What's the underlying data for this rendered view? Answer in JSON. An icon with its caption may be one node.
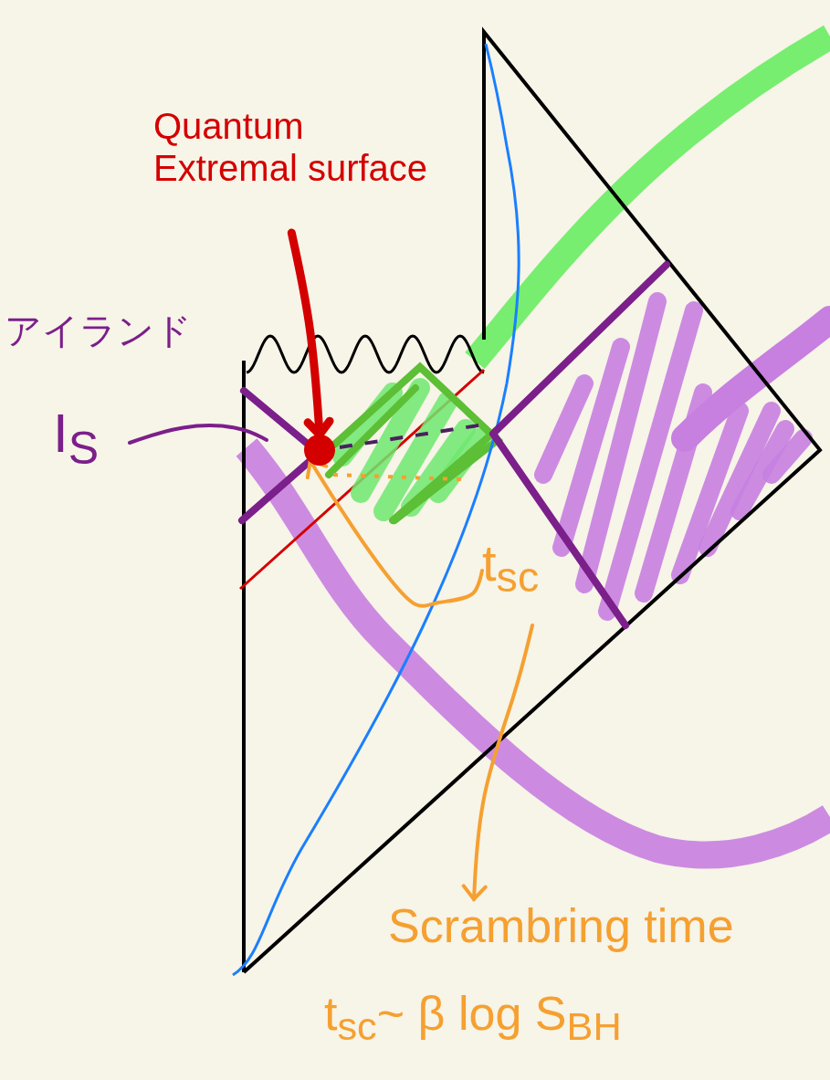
{
  "diagram": {
    "nodes": [
      {
        "text": [
          "Quantum Extremal surface"
        ]
      },
      {
        "text": [],
        "shape": "circle"
      },
      {
        "text": [
          "I$_{S}$"
        ]
      },
      {
        "text": [
          "t$_{sc}$"
        ]
      },
      {
        "text": [
          "Scrambring time"
        ]
      }
    ],
    "edges": [
      {
        "from": 0,
        "to": 1,
        "arrow": "to",
        "style": "thick",
        "color": "#d40000"
      },
      {
        "from": 2,
        "to": null,
        "arrow": "none",
        "color": "#7b1f8a"
      },
      {
        "from": 3,
        "to": 1,
        "arrow": "to"
      },
      {
        "from": 3,
        "to": 4,
        "arrow": "to"
      }
    ],
    "labels": [
      "アイランド",
      "t$_{sc}$~ β log S$_{BH}$"
    ]
  }
}
